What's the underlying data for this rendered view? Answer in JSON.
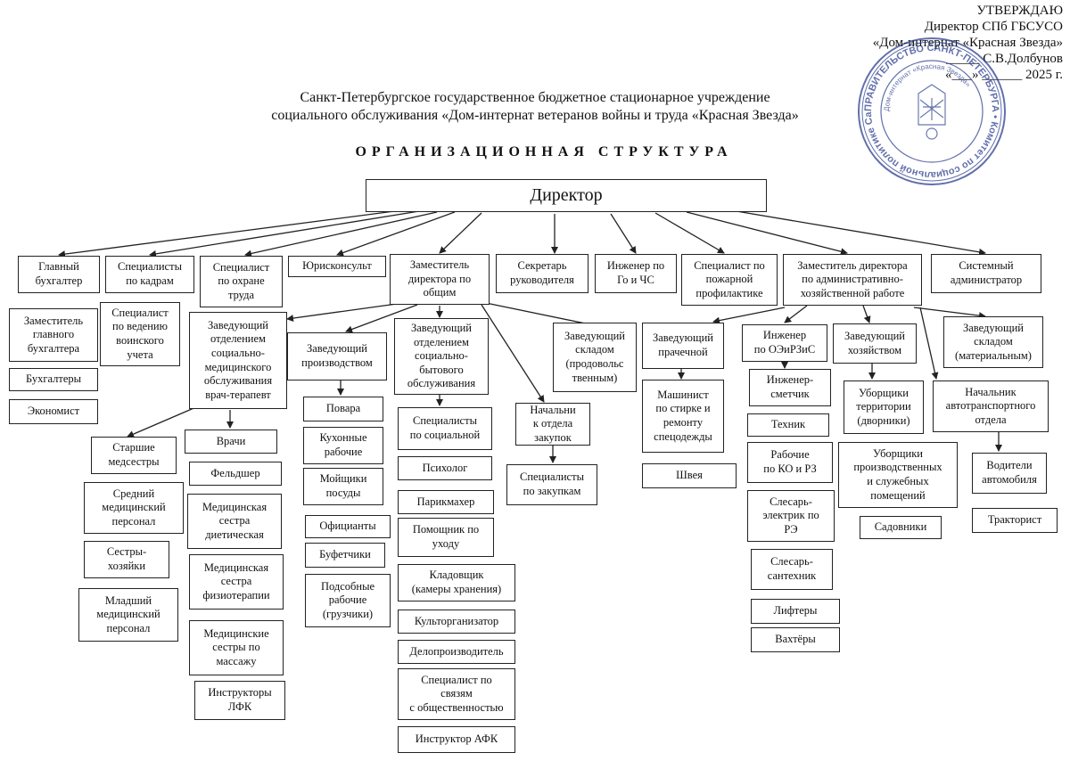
{
  "header": {
    "approve": "УТВЕРЖДАЮ\nДиректор СПб ГБСУСО\n«Дом-интернат «Красная Звезда»\n_____ С.В.Долбунов\n«___» ______ 2025 г.",
    "org_name": "Санкт-Петербургское государственное бюджетное стационарное учреждение\nсоциального обслуживания «Дом-интернат   ветеранов войны и труда «Красная Звезда»",
    "title": "ОРГАНИЗАЦИОННАЯ СТРУКТУРА"
  },
  "stamp": {
    "outer_text": "ПРАВИТЕЛЬСТВО САНКТ-ПЕТЕРБУРГА • Комитет по социальной политике Санкт-Петербурга",
    "inner_text": "Дом-интернат «Красная Звезда»"
  },
  "colors": {
    "ink": "#111111",
    "stamp": "#2d3f8f"
  },
  "director": "Директор",
  "level1": {
    "chief_accountant": "Главный\nбухгалтер",
    "hr": "Специалисты\nпо кадрам",
    "labor_safety": "Специалист\nпо охране\nтруда",
    "legal": "Юрисконсульт",
    "deputy_general": "Заместитель\nдиректора по\nобщим",
    "secretary": "Секретарь\nруководителя",
    "civil_defense": "Инженер по\nГо и ЧС",
    "fire": "Специалист по\nпожарной\nпрофилактике",
    "deputy_admin": "Заместитель директора\nпо административно-\nхозяйственной работе",
    "sysadmin": "Системный\nадминистратор"
  },
  "accounting": {
    "deputy_chief": "Заместитель\nглавного\nбухгалтера",
    "accountants": "Бухгалтеры",
    "economist": "Экономист"
  },
  "hr_sub": {
    "military": "Специалист\nпо ведению\nвоинского\nучета"
  },
  "medical": {
    "head": "Заведующий\nотделением\nсоциально-\nмедицинского\nобслуживания\nврач-терапевт",
    "senior_nurses": "Старшие\nмедсестры",
    "middle_staff": "Средний\nмедицинский\nперсонал",
    "housekeepers": "Сестры-\nхозяйки",
    "junior_staff": "Младший\nмедицинский\nперсонал",
    "doctors": "Врачи",
    "paramedic": "Фельдшер",
    "diet_nurse": "Медицинская\nсестра\nдиетическая",
    "physio_nurse": "Медицинская\nсестра\nфизиотерапии",
    "massage": "Медицинские\nсестры по\nмассажу",
    "lfk": "Инструкторы\nЛФК"
  },
  "production": {
    "head": "Заведующий\nпроизводством",
    "cooks": "Повара",
    "kitchen": "Кухонные\nрабочие",
    "dishwashers": "Мойщики\nпосуды",
    "waiters": "Официанты",
    "buffet": "Буфетчики",
    "helpers": "Подсобные\nрабочие\n(грузчики)"
  },
  "social": {
    "head": "Заведующий\nотделением\nсоциально-\nбытового\nобслуживания",
    "specialists": "Специалисты\nпо социальной",
    "psychologist": "Психолог",
    "hairdresser": "Парикмахер",
    "care_assistant": "Помощник по\nуходу",
    "storekeeper": "Кладовщик\n(камеры хранения)",
    "culture": "Культорганизатор",
    "clerk": "Делопроизводитель",
    "pr": "Специалист по\nсвязям\nс общественностью",
    "afk": "Инструктор АФК"
  },
  "procurement": {
    "head": "Начальни\nк отдела\nзакупок",
    "specialists": "Специалисты\nпо закупкам"
  },
  "food_store": "Заведующий\nскладом\n(продовольс\nтвенным)",
  "laundry": {
    "head": "Заведующий\nпрачечной",
    "machinist": "Машинист\nпо стирке и\nремонту\nспецодежды",
    "seamstress": "Швея"
  },
  "engineering": {
    "head": "Инженер\nпо ОЭиРЗиС",
    "estimator": "Инженер-\nсметчик",
    "technician": "Техник",
    "workers": "Рабочие\nпо КО и РЗ",
    "electrician": "Слесарь-\nэлектрик по\nРЭ",
    "plumber": "Слесарь-\nсантехник",
    "liftmen": "Лифтеры",
    "watchmen": "Вахтёры"
  },
  "household": {
    "head": "Заведующий\nхозяйством",
    "yard_cleaners": "Уборщики\nтерритории\n(дворники)",
    "room_cleaners": "Уборщики\nпроизводственных\nи служебных\nпомещений",
    "gardeners": "Садовники"
  },
  "material_store": "Заведующий\nскладом\n(материальным)",
  "transport": {
    "head": "Начальник\nавтотранспортного\nотдела",
    "drivers": "Водители\nавтомобиля",
    "tractor": "Тракторист"
  }
}
